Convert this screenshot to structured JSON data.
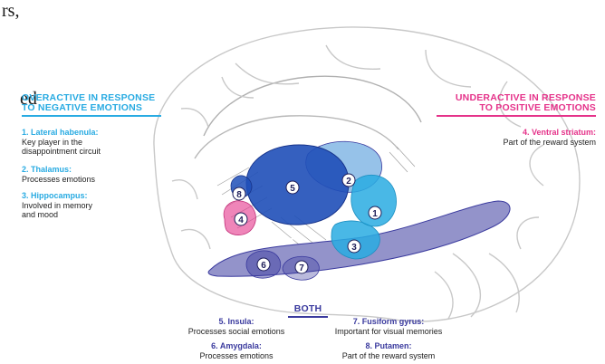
{
  "fragments": {
    "top": "rs,",
    "middle": "ed"
  },
  "headings": {
    "overactive": [
      "OVERACTIVE IN RESPONSE",
      "TO NEGATIVE EMOTIONS"
    ],
    "underactive": [
      "UNDERACTIVE IN RESPONSE",
      "TO POSITIVE EMOTIONS"
    ],
    "both": "BOTH"
  },
  "regions": [
    {
      "num": "1",
      "name": "1. Lateral habenula:",
      "desc": [
        "Key player in the",
        "disappointment circuit"
      ]
    },
    {
      "num": "2",
      "name": "2. Thalamus:",
      "desc": [
        "Processes emotions"
      ]
    },
    {
      "num": "3",
      "name": "3. Hippocampus:",
      "desc": [
        "Involved in memory",
        "and mood"
      ]
    },
    {
      "num": "4",
      "name": "4. Ventral striatum:",
      "desc": [
        "Part of the reward system"
      ]
    },
    {
      "num": "5",
      "name": "5. Insula:",
      "desc": [
        "Processes social emotions"
      ]
    },
    {
      "num": "6",
      "name": "6. Amygdala:",
      "desc": [
        "Processes emotions"
      ]
    },
    {
      "num": "7",
      "name": "7. Fusiform gyrus:",
      "desc": [
        "Important for visual memories"
      ]
    },
    {
      "num": "8",
      "name": "8. Putamen:",
      "desc": [
        "Part of the reward system"
      ]
    }
  ],
  "colors": {
    "overactive": "#29abe2",
    "underactive": "#e5338a",
    "both": "#3a3a9e",
    "brain_outline": "#c8c8c8"
  }
}
